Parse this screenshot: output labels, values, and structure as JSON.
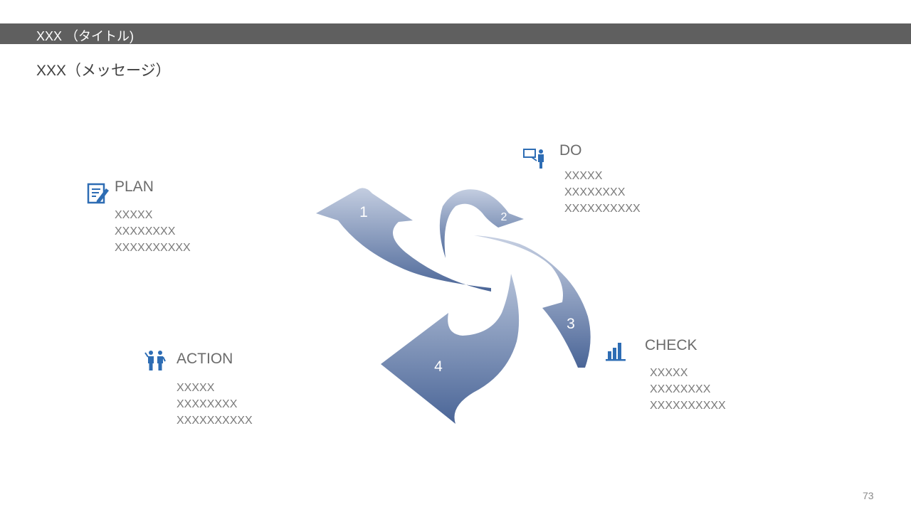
{
  "header": {
    "title": "XXX （タイトル)",
    "message": "XXX（メッセージ）"
  },
  "cycle": {
    "arrows": [
      {
        "number": "1"
      },
      {
        "number": "2"
      },
      {
        "number": "3"
      },
      {
        "number": "4"
      }
    ],
    "stages": {
      "plan": {
        "label": "PLAN",
        "icon": "clipboard-pen-icon",
        "lines": [
          "XXXXX",
          "XXXXXXXX",
          "XXXXXXXXXX"
        ]
      },
      "do": {
        "label": "DO",
        "icon": "presenter-board-icon",
        "lines": [
          "XXXXX",
          "XXXXXXXX",
          "XXXXXXXXXX"
        ]
      },
      "check": {
        "label": "CHECK",
        "icon": "bar-chart-icon",
        "lines": [
          "XXXXX",
          "XXXXXXXX",
          "XXXXXXXXXX"
        ]
      },
      "action": {
        "label": "ACTION",
        "icon": "two-people-icon",
        "lines": [
          "XXXXX",
          "XXXXXXXX",
          "XXXXXXXXXX"
        ]
      }
    }
  },
  "colors": {
    "title_bar": "#5f5f5f",
    "arrow_light": "#b9c5da",
    "arrow_dark": "#4a6597",
    "icon": "#2e6db4"
  },
  "footer": {
    "page_number": "73"
  }
}
